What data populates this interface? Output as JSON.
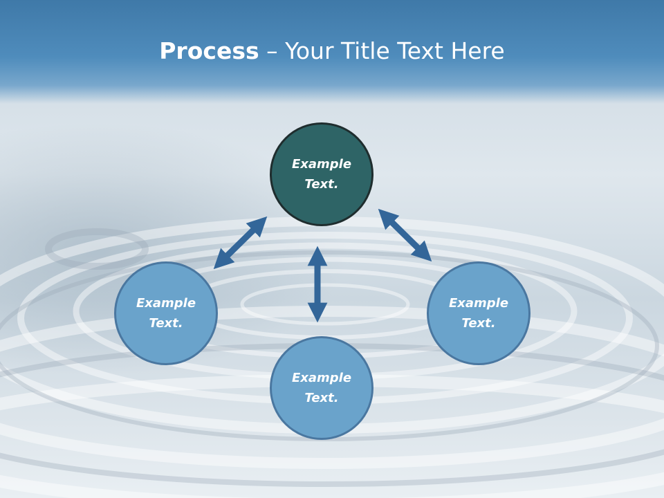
{
  "slide": {
    "title_bold": "Process",
    "title_rest": " – Your Title Text Here"
  },
  "nodes": {
    "top": {
      "line1": "Example",
      "line2": "Text."
    },
    "left": {
      "line1": "Example",
      "line2": "Text."
    },
    "right": {
      "line1": "Example",
      "line2": "Text."
    },
    "bottom": {
      "line1": "Example",
      "line2": "Text."
    }
  },
  "colors": {
    "title_band": "#4f8cbc",
    "center_circle": "#2e6466",
    "outer_circle": "#6aa3cb",
    "arrow": "#336699"
  }
}
